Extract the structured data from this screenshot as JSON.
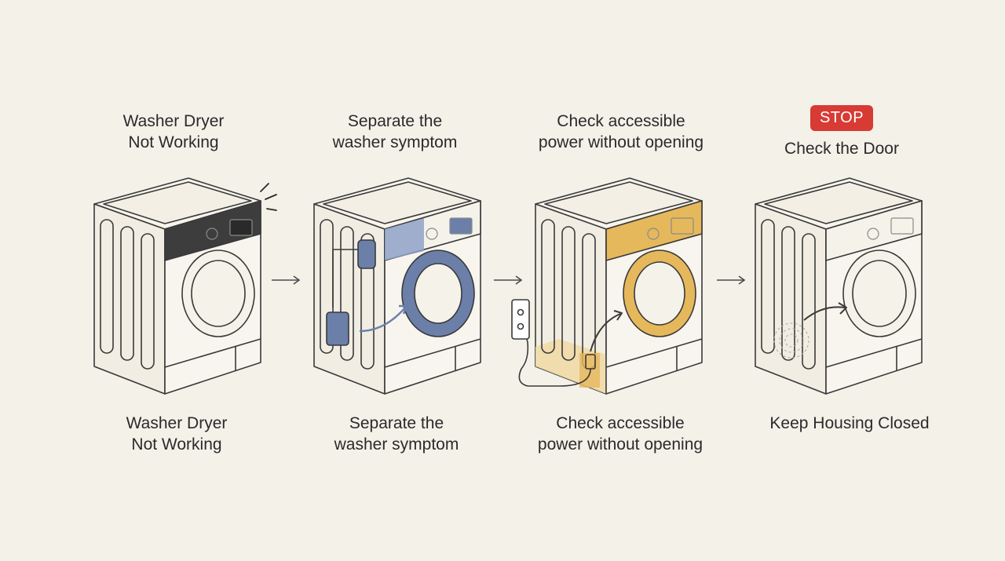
{
  "steps": [
    {
      "top_label": "Washer Dryer\nNot Working",
      "bottom_label": "Washer Dryer\nNot Working",
      "highlight_color": "#2f2f2f"
    },
    {
      "top_label": "Separate the\nwasher symptom",
      "bottom_label": "Separate the\nwasher symptom",
      "highlight_color": "#6b7fa8"
    },
    {
      "top_label": "Check accessible\npower without opening",
      "bottom_label": "Check accessible\npower without opening",
      "highlight_color": "#e6b85c"
    },
    {
      "badge": "STOP",
      "top_label": "Check the Door",
      "bottom_label": "Keep Housing Closed",
      "highlight_color": "#d83a34"
    }
  ],
  "icons": {
    "step_arrow": "arrow-right-icon",
    "machine": "washing-machine-icon",
    "outlet": "power-outlet-icon",
    "plug": "power-plug-icon"
  }
}
